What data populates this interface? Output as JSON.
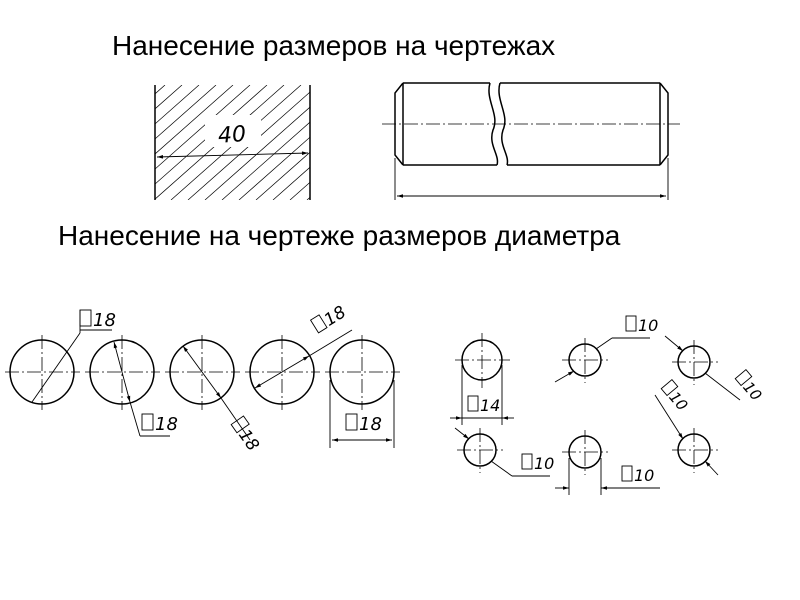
{
  "titles": {
    "top": "Нанесение размеров на чертежах",
    "middle": "Нанесение на чертеже размеров диаметра"
  },
  "dimensions": {
    "hatched_width": "40",
    "d18": "18",
    "d14": "14",
    "d10": "10"
  },
  "diameter_symbol": "□"
}
